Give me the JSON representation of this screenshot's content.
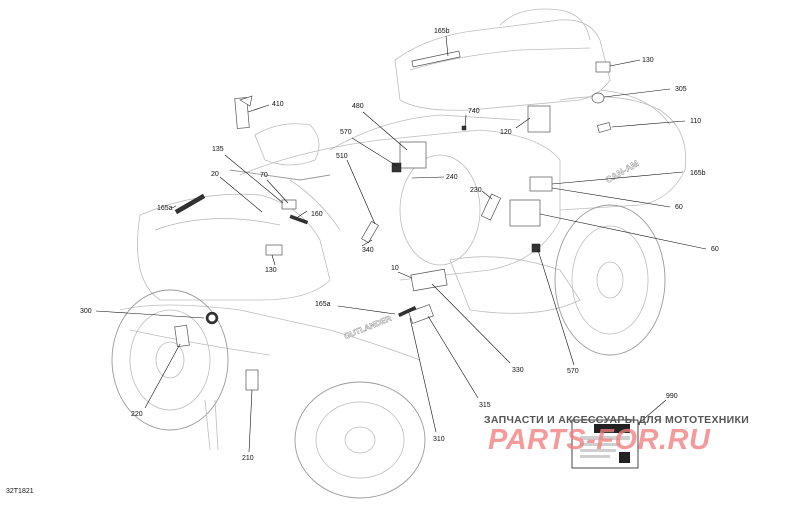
{
  "diagram": {
    "code": "32T1821",
    "callouts": [
      {
        "id": "c165b-top",
        "label": "165b"
      },
      {
        "id": "c130-top",
        "label": "130"
      },
      {
        "id": "c305",
        "label": "305"
      },
      {
        "id": "c110",
        "label": "110"
      },
      {
        "id": "c165b-right",
        "label": "165b"
      },
      {
        "id": "c60-a",
        "label": "60"
      },
      {
        "id": "c60-b",
        "label": "60"
      },
      {
        "id": "c410",
        "label": "410"
      },
      {
        "id": "c480",
        "label": "480"
      },
      {
        "id": "c740",
        "label": "740"
      },
      {
        "id": "c120",
        "label": "120"
      },
      {
        "id": "c570-top",
        "label": "570"
      },
      {
        "id": "c510",
        "label": "510"
      },
      {
        "id": "c240",
        "label": "240"
      },
      {
        "id": "c230",
        "label": "230"
      },
      {
        "id": "c135",
        "label": "135"
      },
      {
        "id": "c20",
        "label": "20"
      },
      {
        "id": "c70",
        "label": "70"
      },
      {
        "id": "c160",
        "label": "160"
      },
      {
        "id": "c165a",
        "label": "165a"
      },
      {
        "id": "c340",
        "label": "340"
      },
      {
        "id": "c130-mid",
        "label": "130"
      },
      {
        "id": "c10",
        "label": "10"
      },
      {
        "id": "c165a-mid",
        "label": "165a"
      },
      {
        "id": "c300",
        "label": "300"
      },
      {
        "id": "c330",
        "label": "330"
      },
      {
        "id": "c570-bot",
        "label": "570"
      },
      {
        "id": "c315",
        "label": "315"
      },
      {
        "id": "c220",
        "label": "220"
      },
      {
        "id": "c310",
        "label": "310"
      },
      {
        "id": "c210",
        "label": "210"
      },
      {
        "id": "c990",
        "label": "990"
      }
    ]
  },
  "watermark": {
    "top_text": "ЗАПЧАСТИ И АКСЕССУАРЫ ДЛЯ МОТОТЕХНИКИ",
    "logo_text": "PARTS-FOR.RU"
  },
  "colors": {
    "sketch": "#bdbdbd",
    "ink": "#111111",
    "watermark_logo": "#f08080",
    "watermark_text": "#555555"
  }
}
